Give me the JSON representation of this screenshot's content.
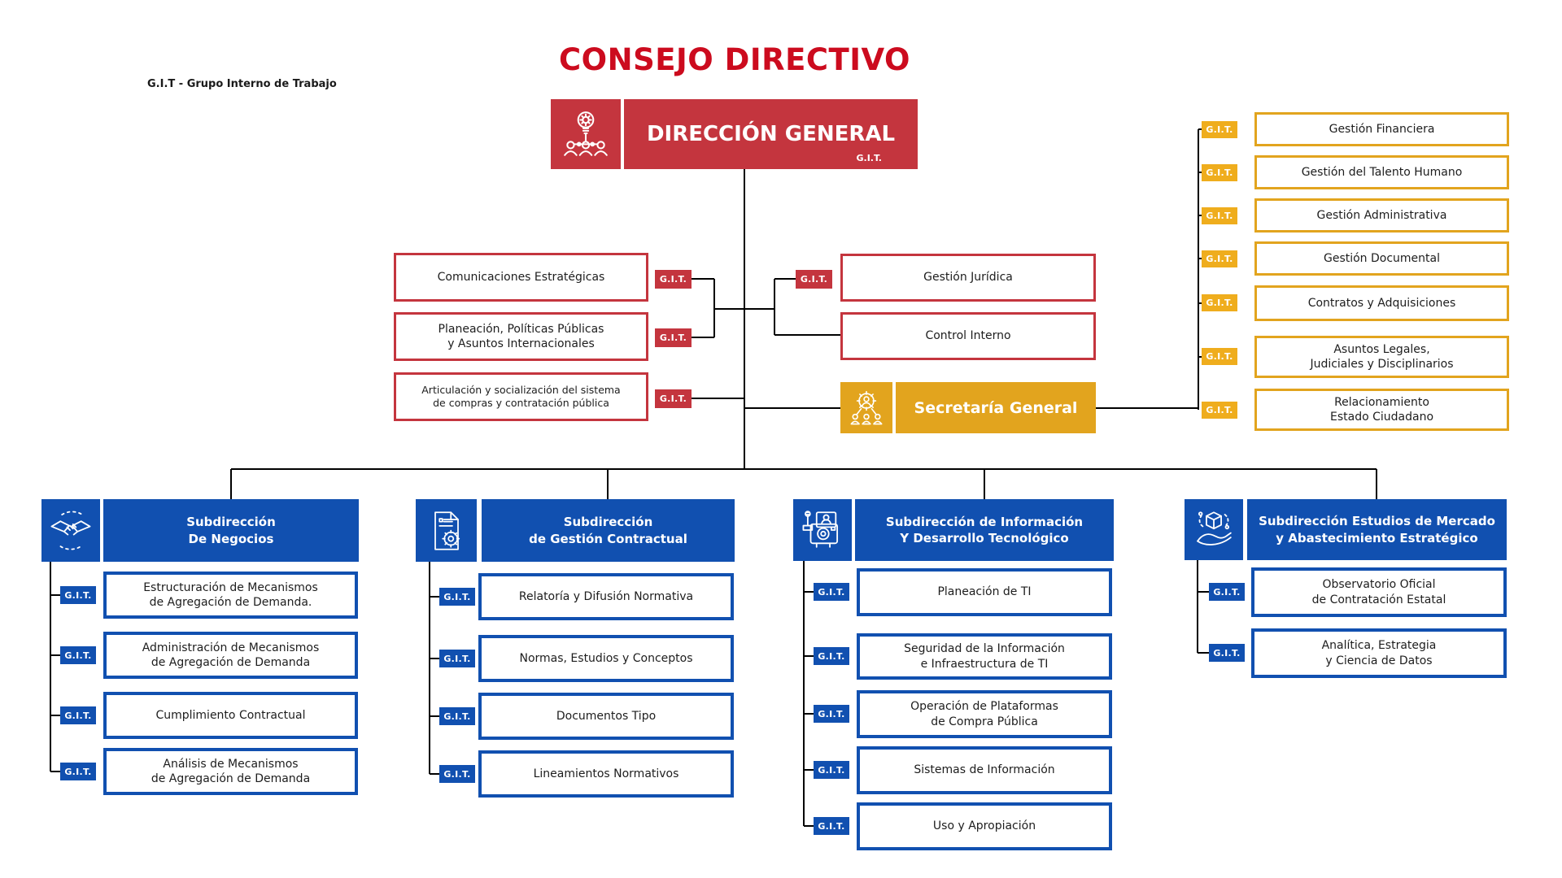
{
  "legend": "G.I.T - Grupo Interno de Trabajo",
  "title": "CONSEJO DIRECTIVO",
  "git": "G.I.T.",
  "direccion_general": {
    "label": "DIRECCIÓN GENERAL",
    "git": "G.I.T."
  },
  "staff_left": [
    {
      "label": "Comunicaciones Estratégicas"
    },
    {
      "label": "Planeación, Políticas Públicas\ny Asuntos Internacionales"
    },
    {
      "label": "Articulación y socialización del sistema\nde compras y contratación pública"
    }
  ],
  "staff_right": [
    {
      "label": "Gestión Jurídica"
    },
    {
      "label": "Control Interno"
    }
  ],
  "secretaria_general": {
    "label": "Secretaría General"
  },
  "secretaria_units": [
    {
      "label": "Gestión Financiera"
    },
    {
      "label": "Gestión del Talento Humano"
    },
    {
      "label": "Gestión Administrativa"
    },
    {
      "label": "Gestión Documental"
    },
    {
      "label": "Contratos y Adquisiciones"
    },
    {
      "label": "Asuntos Legales,\nJudiciales y Disciplinarios"
    },
    {
      "label": "Relacionamiento\nEstado Ciudadano"
    }
  ],
  "subdirecciones": [
    {
      "title": "Subdirección\nDe Negocios",
      "icon": "handshake-icon",
      "children": [
        {
          "label": "Estructuración de Mecanismos\nde Agregación de Demanda."
        },
        {
          "label": "Administración de Mecanismos\nde Agregación de Demanda"
        },
        {
          "label": "Cumplimiento Contractual"
        },
        {
          "label": "Análisis de Mecanismos\nde Agregación de Demanda"
        }
      ]
    },
    {
      "title": "Subdirección\nde Gestión Contractual",
      "icon": "document-gear-icon",
      "children": [
        {
          "label": "Relatoría y Difusión Normativa"
        },
        {
          "label": "Normas, Estudios y Conceptos"
        },
        {
          "label": "Documentos Tipo"
        },
        {
          "label": "Lineamientos Normativos"
        }
      ]
    },
    {
      "title": "Subdirección de Información\nY Desarrollo Tecnológico",
      "icon": "tech-camera-icon",
      "children": [
        {
          "label": "Planeación de TI"
        },
        {
          "label": "Seguridad de la Información\ne Infraestructura de TI"
        },
        {
          "label": "Operación de Plataformas\nde Compra Pública"
        },
        {
          "label": "Sistemas de Información"
        },
        {
          "label": "Uso y Apropiación"
        }
      ]
    },
    {
      "title": "Subdirección Estudios de Mercado\ny Abastecimiento Estratégico",
      "icon": "hand-cube-icon",
      "children": [
        {
          "label": "Observatorio Oficial\nde Contratación Estatal"
        },
        {
          "label": "Analítica, Estrategia\ny Ciencia de Datos"
        }
      ]
    }
  ],
  "colors": {
    "box_red": "#C4353E",
    "title_red": "#CC0B1E",
    "gold": "#E2A41E",
    "gold_tag": "#EFAD1D",
    "blue": "#1150B0",
    "line": "#000000"
  }
}
